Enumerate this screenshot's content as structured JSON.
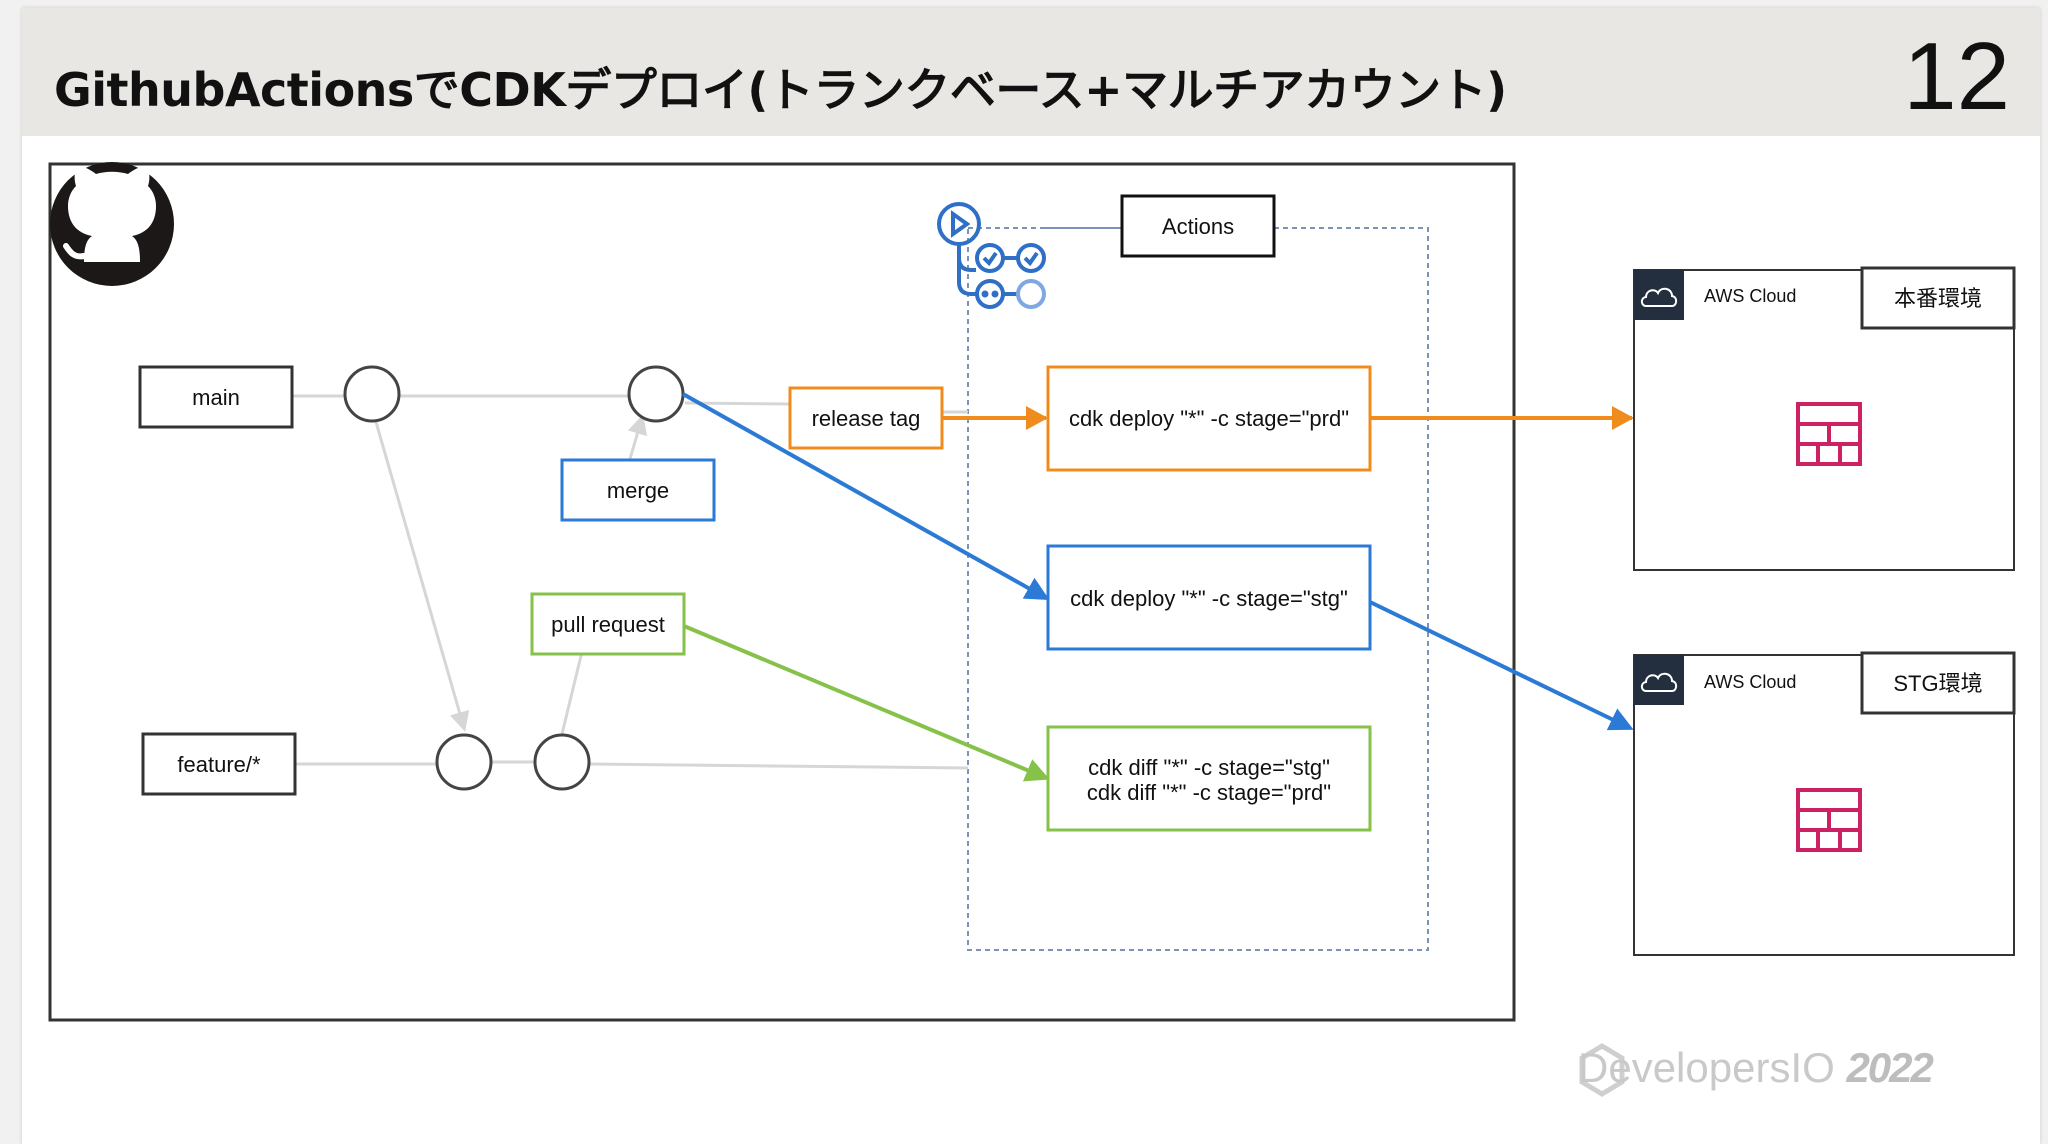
{
  "header": {
    "title": "GithubActionsでCDKデプロイ(トランクベース+マルチアカウント)",
    "page_number": "12"
  },
  "diagram": {
    "github_icon": "github-octocat-icon",
    "actions_icon": "github-actions-icon",
    "aws_cloud_icon": "cloud-icon",
    "stack_icon": "firewall-icon",
    "actions_label": "Actions",
    "branches": {
      "main": "main",
      "feature": "feature/*"
    },
    "events": {
      "release_tag": "release tag",
      "merge": "merge",
      "pull_request": "pull request"
    },
    "jobs": {
      "deploy_prd": "cdk deploy \"*\" -c stage=\"prd\"",
      "deploy_stg": "cdk deploy \"*\" -c stage=\"stg\"",
      "diff_stg": "cdk diff \"*\" -c stage=\"stg\"",
      "diff_prd": "cdk diff \"*\" -c stage=\"prd\""
    },
    "accounts": {
      "prd": {
        "cloud_label": "AWS Cloud",
        "env_label": "本番環境"
      },
      "stg": {
        "cloud_label": "AWS Cloud",
        "env_label": "STG環境"
      }
    },
    "colors": {
      "orange": "#f08c1e",
      "blue": "#2a7ad6",
      "green": "#86c24a",
      "gray_line": "#d6d6d6",
      "aws_pink": "#cc2264",
      "aws_dark": "#232f3e"
    }
  },
  "footer": {
    "brand": "DevelopersIO",
    "year": "2022"
  }
}
